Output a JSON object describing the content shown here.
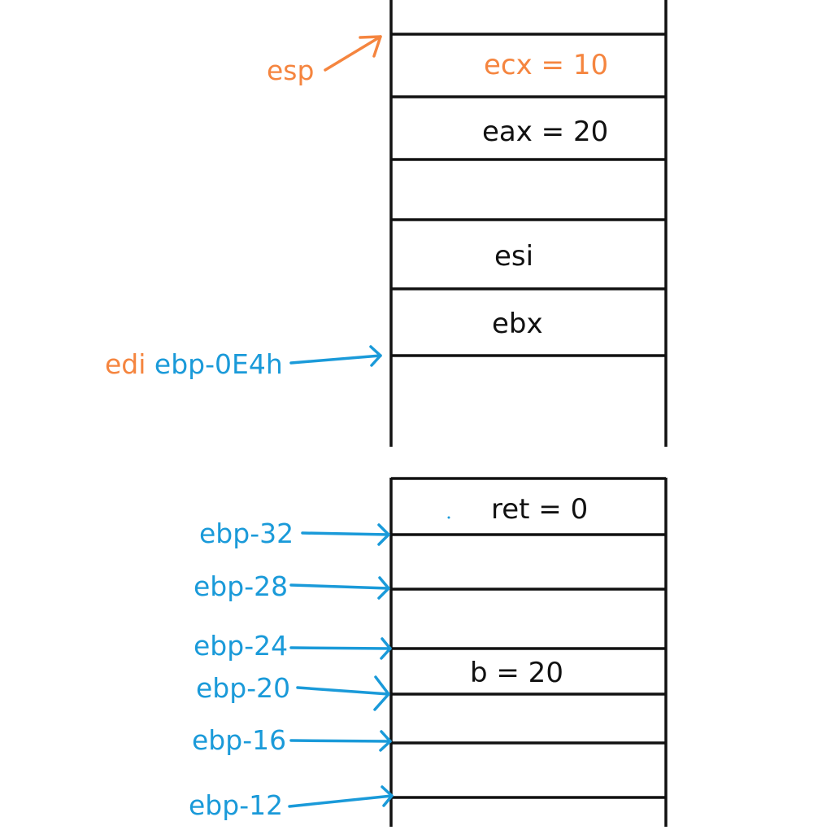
{
  "colors": {
    "line": "#111111",
    "orange": "#F5853F",
    "blue": "#1A9AD9",
    "text": "#111111"
  },
  "cells": {
    "ecx": "ecx = 10",
    "eax": "eax = 20",
    "esi": "esi",
    "ebx": "ebx",
    "ret": "ret = 0",
    "b": "b = 20"
  },
  "pointers": {
    "esp": "esp",
    "edi": "edi",
    "ebp_0e4h": "ebp-0E4h",
    "ebp_32": "ebp-32",
    "ebp_28": "ebp-28",
    "ebp_24": "ebp-24",
    "ebp_20": "ebp-20",
    "ebp_16": "ebp-16",
    "ebp_12": "ebp-12"
  }
}
